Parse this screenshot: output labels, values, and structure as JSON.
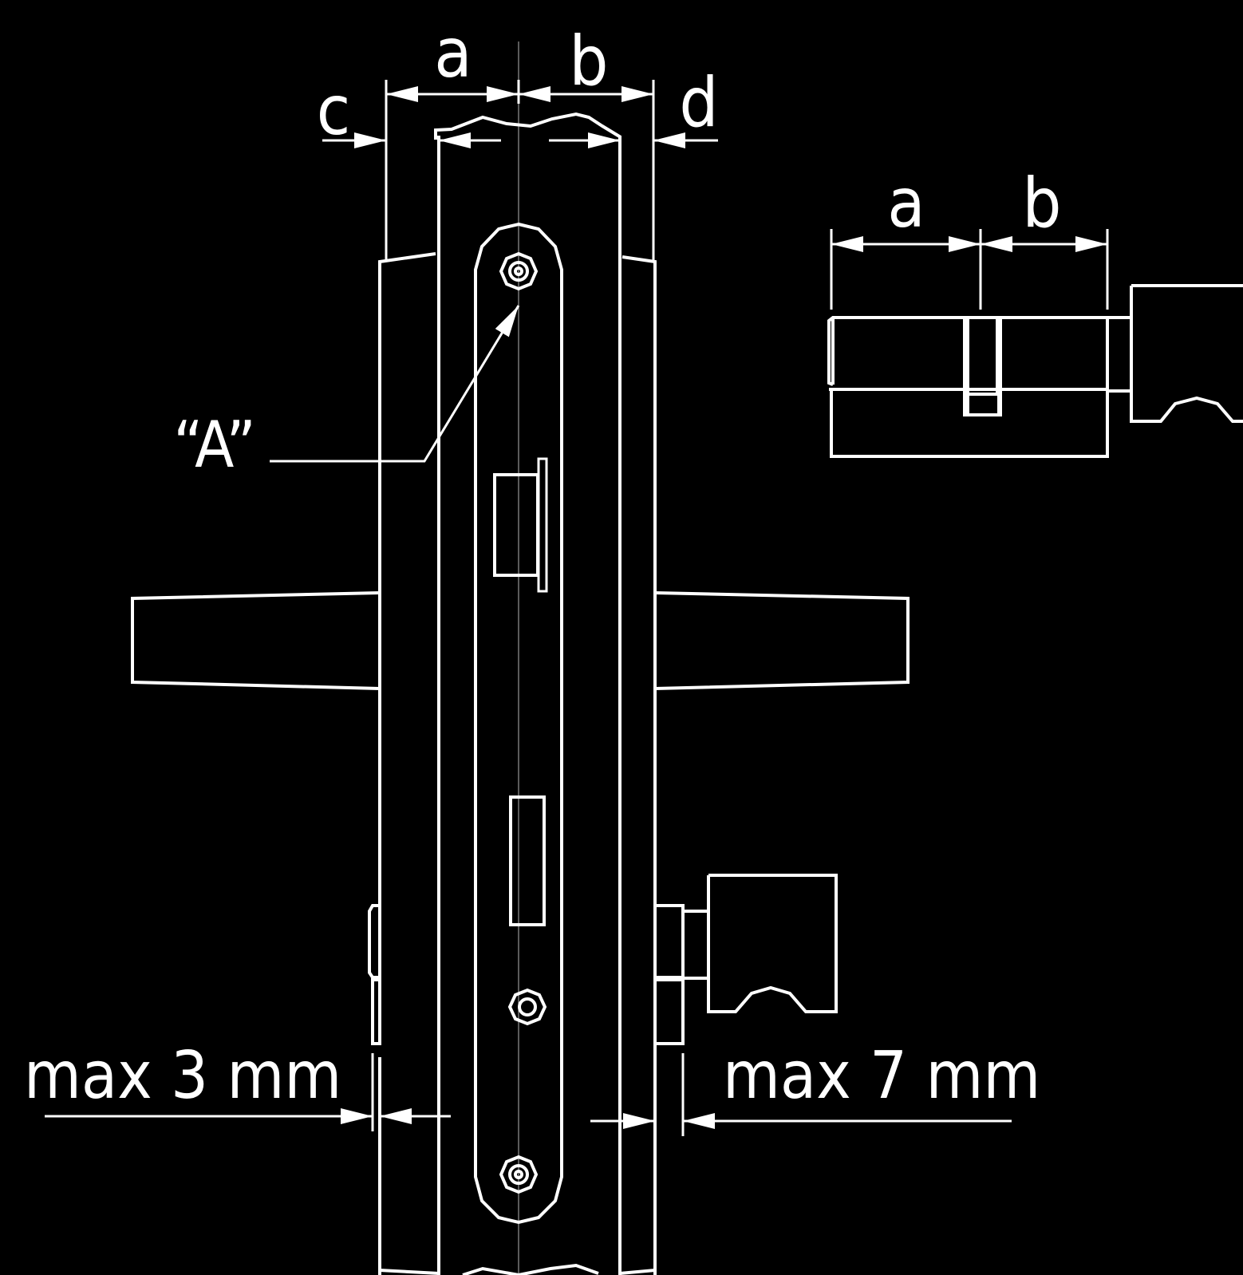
{
  "labels": {
    "a_top": "a",
    "b_top": "b",
    "c": "c",
    "d": "d",
    "a_cyl": "a",
    "b_cyl": "b",
    "detail_A": "“A”",
    "max_left": "max 3 mm",
    "max_right": "max 7 mm"
  },
  "colors": {
    "background": "#000000",
    "line": "#ffffff"
  }
}
